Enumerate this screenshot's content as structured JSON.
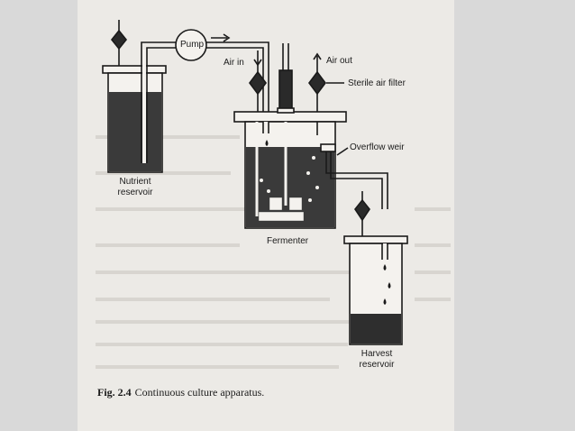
{
  "labels": {
    "pump": "Pump",
    "air_in": "Air in",
    "air_out": "Air out",
    "sterile_air_filter": "Sterile air filter",
    "overflow_weir": "Overflow weir",
    "nutrient_reservoir_line1": "Nutrient",
    "nutrient_reservoir_line2": "reservoir",
    "fermenter": "Fermenter",
    "harvest_reservoir_line1": "Harvest",
    "harvest_reservoir_line2": "reservoir"
  },
  "caption": {
    "figure_number": "Fig. 2.4",
    "title": "Continuous culture apparatus."
  },
  "colors": {
    "background": "#d9d9d9",
    "page": "#eceae6",
    "ink": "#1a1a1a",
    "liquid": "#3a3a3a"
  }
}
